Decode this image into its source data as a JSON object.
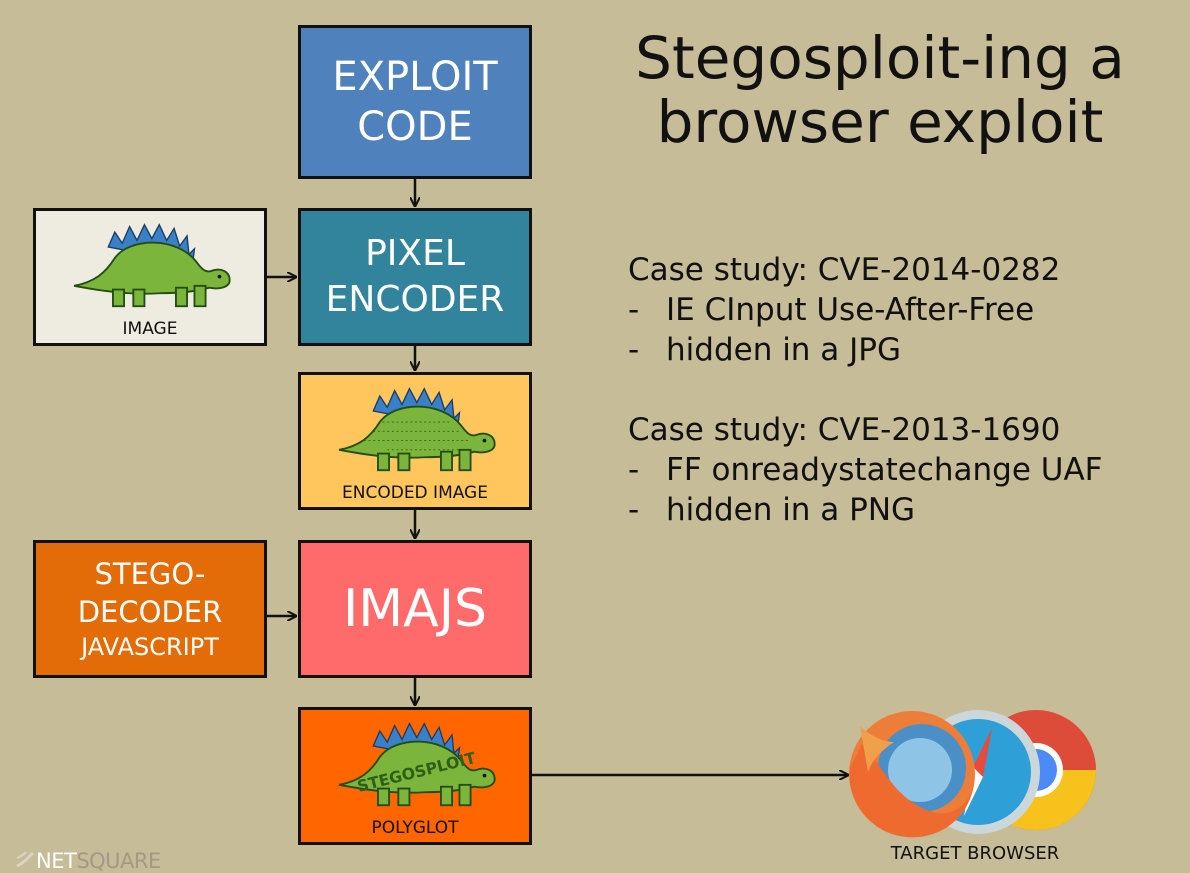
{
  "title": "Stegosploit-ing a browser exploit",
  "flow": {
    "exploit_code": [
      "EXPLOIT",
      "CODE"
    ],
    "image": "IMAGE",
    "pixel_encoder": [
      "PIXEL",
      "ENCODER"
    ],
    "encoded_image": "ENCODED IMAGE",
    "stego_decoder": [
      "STEGO-",
      "DECODER",
      "JAVASCRIPT"
    ],
    "imajs": "IMAJS",
    "polyglot": "POLYGLOT",
    "polyglot_dino_text": "STEGOSPLOIT",
    "target_browser": "TARGET BROWSER"
  },
  "case_studies": [
    {
      "heading": "Case study: CVE-2014-0282",
      "items": [
        "IE CInput Use-After-Free",
        "hidden in a JPG"
      ]
    },
    {
      "heading": "Case study: CVE-2013-1690",
      "items": [
        "FF onreadystatechange UAF",
        "hidden in a PNG"
      ]
    }
  ],
  "bullet": "-",
  "logo": {
    "net": "NET",
    "square": "SQUARE"
  },
  "colors": {
    "background": "#c6bc98",
    "exploit_code": "#4f81bd",
    "pixel_encoder": "#31849b",
    "encoded_image": "#ffc65e",
    "stego_decoder": "#e36c09",
    "imajs": "#ff6b6b",
    "polyglot": "#ff6600",
    "dino_body": "#7cb53b",
    "dino_plates": "#3a80c8"
  },
  "icons": [
    "stegosaurus-icon",
    "firefox-icon",
    "safari-icon",
    "chrome-icon",
    "netsquare-logo-icon"
  ]
}
